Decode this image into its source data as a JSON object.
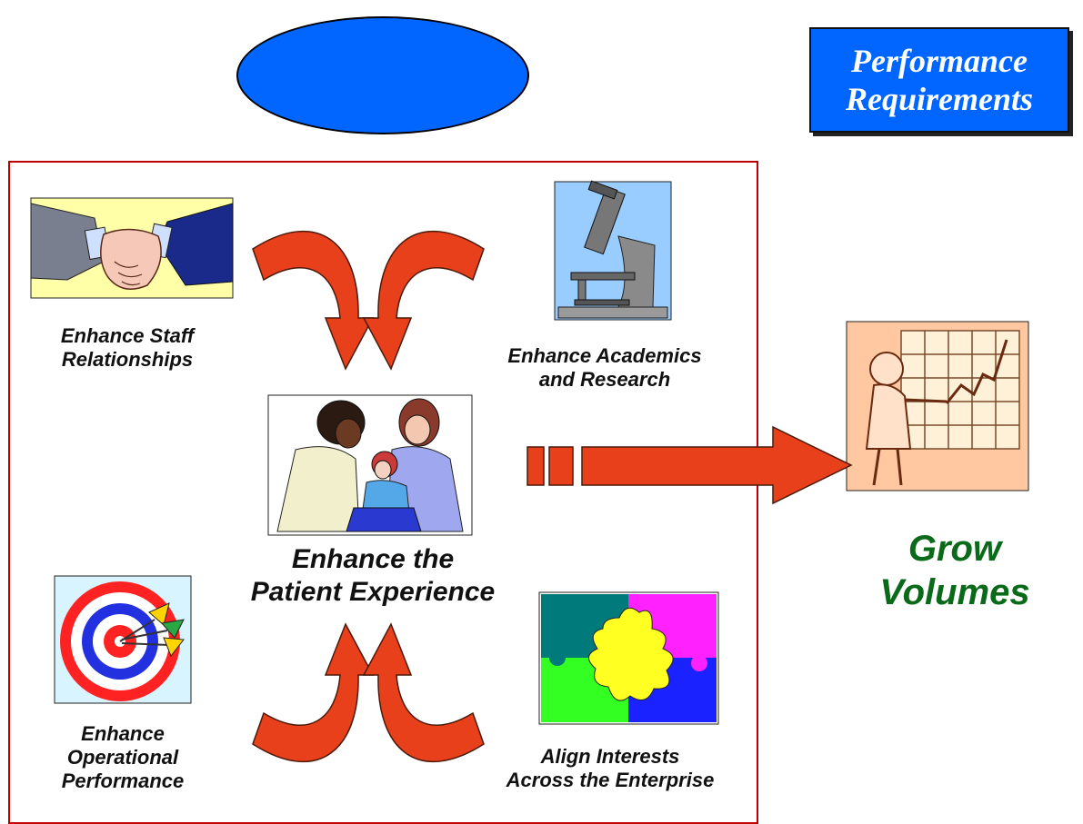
{
  "header": {
    "oval_label": "",
    "performance_label": "Performance\nRequirements"
  },
  "nodes": {
    "staff": "Enhance Staff\nRelationships",
    "academics": "Enhance Academics\nand Research",
    "patient": "Enhance the\nPatient Experience",
    "operational": "Enhance\nOperational\nPerformance",
    "align": "Align Interests\nAcross the Enterprise",
    "grow": "Grow\nVolumes"
  },
  "icons": [
    "handshake-icon",
    "microscope-icon",
    "family-care-icon",
    "target-darts-icon",
    "puzzle-icon",
    "presenter-chart-icon"
  ],
  "colors": {
    "blue": "#0066ff",
    "frame_red": "#c00000",
    "arrow_fill": "#e8401a",
    "arrow_dark": "#b82a0a",
    "grow_green": "#0a6a1a"
  }
}
